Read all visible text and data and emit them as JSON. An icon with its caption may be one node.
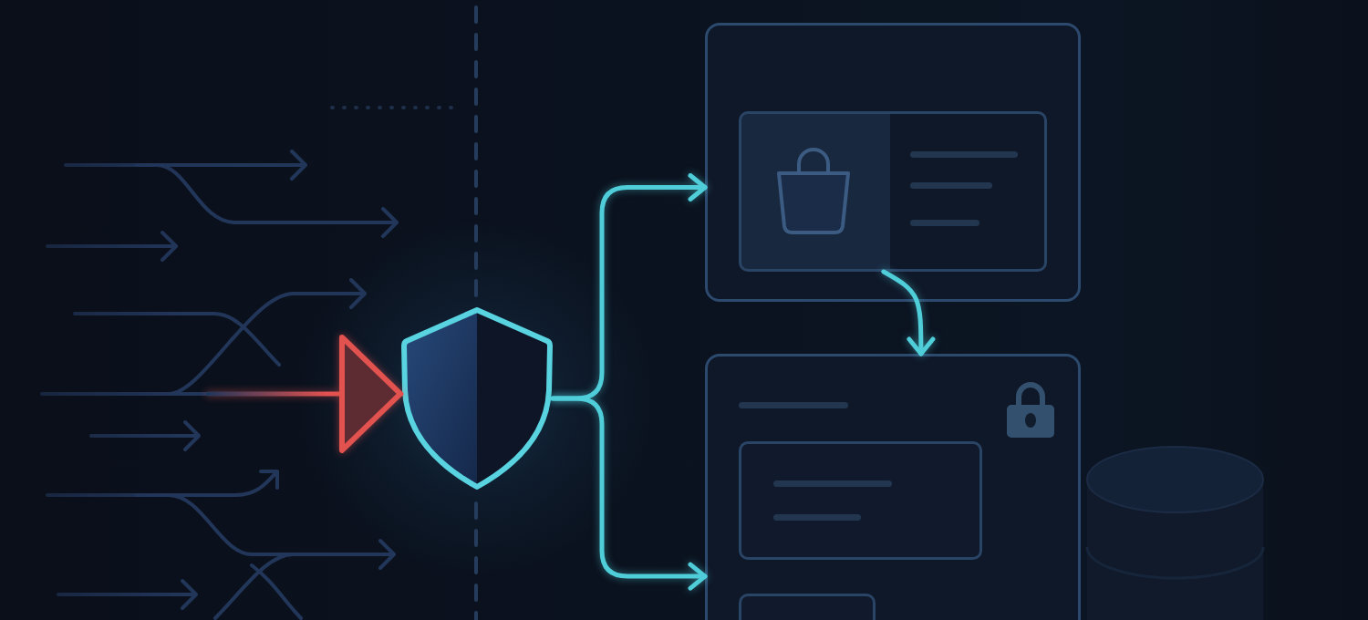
{
  "diagram": {
    "nodes": [
      {
        "text": [],
        "shape": "shield"
      },
      {
        "text": [],
        "shape": "box"
      },
      {
        "text": [],
        "shape": "box",
        "in": 1
      },
      {
        "text": [],
        "shape": "box"
      },
      {
        "text": [],
        "shape": "box",
        "in": 3
      },
      {
        "text": [],
        "shape": "box",
        "in": 3
      },
      {
        "text": [],
        "shape": "cylinder"
      }
    ],
    "edges": [
      {
        "from": null,
        "to": 0,
        "arrow": "to",
        "color": "#e2524f"
      },
      {
        "from": 0,
        "to": 1,
        "arrow": "to"
      },
      {
        "from": 0,
        "to": 3,
        "arrow": "to"
      },
      {
        "from": 2,
        "to": 3,
        "arrow": "to"
      }
    ]
  }
}
